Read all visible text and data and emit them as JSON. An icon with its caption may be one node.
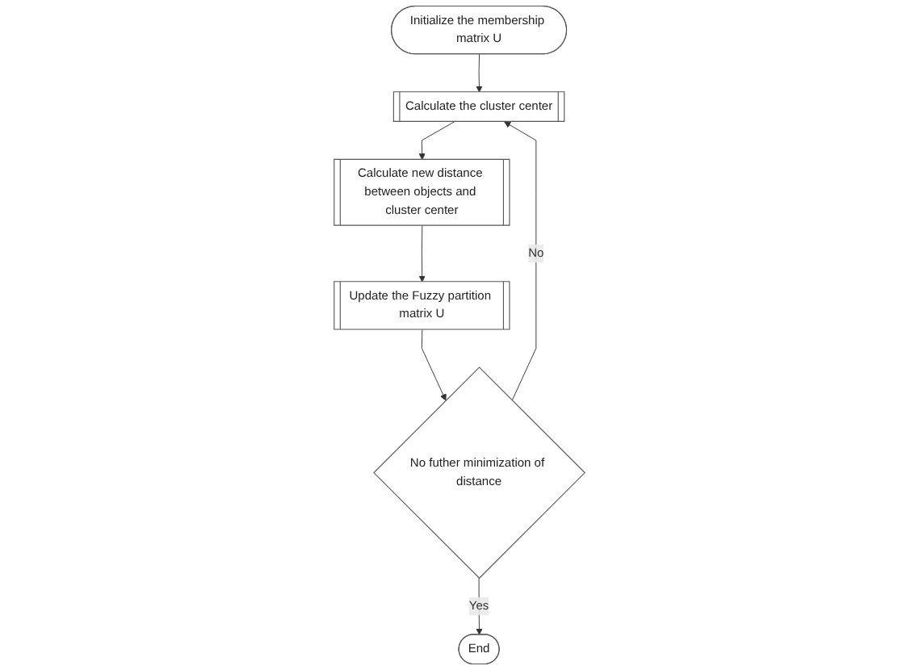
{
  "diagram": {
    "nodes": [
      {
        "text": [
          "Initialize the membership matrix U"
        ]
      },
      {
        "text": [
          "Calculate the cluster center"
        ]
      },
      {
        "text": [
          "Calculate new distance between objects and cluster center"
        ]
      },
      {
        "text": [
          "Update the Fuzzy partition matrix U"
        ]
      },
      {
        "text": [
          "No futher minimization of distance"
        ]
      },
      {
        "text": [
          "End"
        ]
      }
    ],
    "edges": [
      {
        "from": 0,
        "to": 1,
        "arrow": "to"
      },
      {
        "from": 1,
        "to": 2,
        "arrow": "to"
      },
      {
        "from": 2,
        "to": 3,
        "arrow": "to"
      },
      {
        "from": 3,
        "to": 4,
        "arrow": "to"
      },
      {
        "from": 4,
        "to": 1,
        "arrow": "to",
        "label": "No"
      },
      {
        "from": 4,
        "to": 5,
        "arrow": "to",
        "label": "Yes"
      }
    ]
  }
}
